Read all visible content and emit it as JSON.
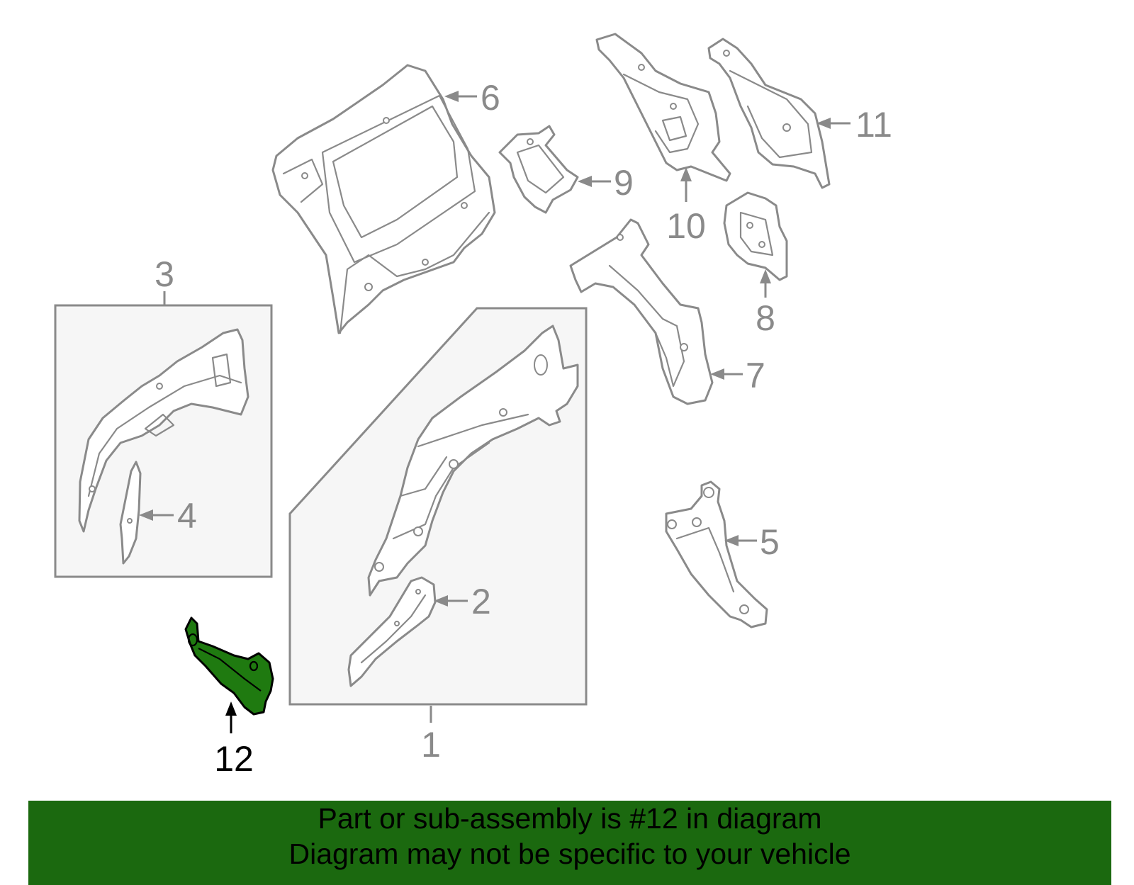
{
  "callouts": {
    "c1": "1",
    "c2": "2",
    "c3": "3",
    "c4": "4",
    "c5": "5",
    "c6": "6",
    "c7": "7",
    "c8": "8",
    "c9": "9",
    "c10": "10",
    "c11": "11",
    "c12": "12"
  },
  "highlighted_part": "12",
  "colors": {
    "highlight_fill": "#1f7a10",
    "banner_background": "#1b690f",
    "line_gray": "#8a8a8a"
  },
  "banner": {
    "line1": "Part or sub-assembly is #12 in diagram",
    "line2": "Diagram may not be specific to your vehicle"
  }
}
